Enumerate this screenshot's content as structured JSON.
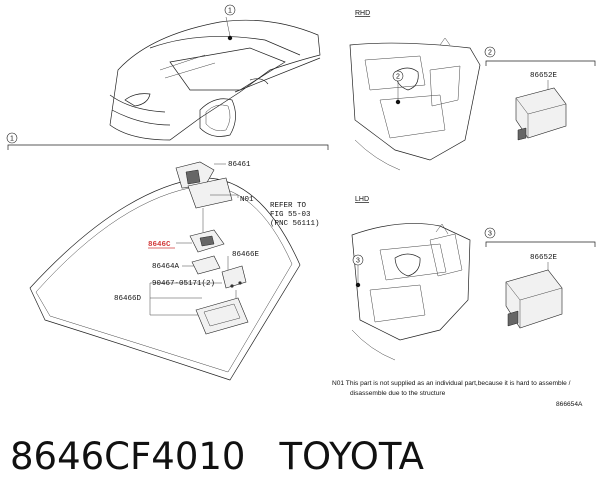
{
  "sections": {
    "rhd_label": "RHD",
    "lhd_label": "LHD"
  },
  "callouts": {
    "c1": "1",
    "c2": "2",
    "c3": "3"
  },
  "parts": {
    "p86461": "86461",
    "pN01": "N01",
    "p8646C": "8646C",
    "p86464A": "86464A",
    "p86466E": "86466E",
    "p90467": "90467-05171(2)",
    "p86466D": "86466D",
    "p86652E_top": "86652E",
    "p86652E_bottom": "86652E"
  },
  "refer": {
    "line1": "REFER TO",
    "line2": "FIG 55-03",
    "line3": "(PNC 56111)"
  },
  "note": {
    "line1": "N01  This part is not supplied as an individual part,because it is hard to assemble /",
    "line2": "disassemble due to the structure"
  },
  "figure_code": "866654A",
  "caption": {
    "part_number": "8646CF4010",
    "brand": "TOYOTA"
  },
  "colors": {
    "highlight": "#d23b3b",
    "line": "#222222"
  }
}
